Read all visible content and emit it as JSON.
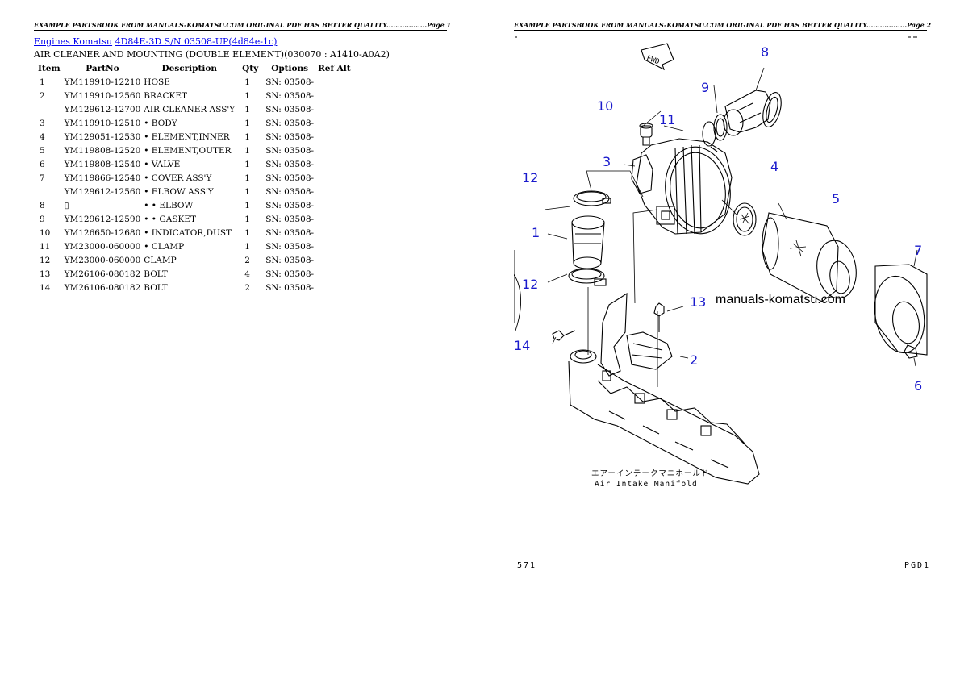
{
  "left_page": {
    "header": "EXAMPLE PARTSBOOK FROM MANUALS-KOMATSU.COM ORIGINAL PDF HAS BETTER QUALITY..................Page 1",
    "breadcrumb": {
      "link1": "Engines Komatsu",
      "link2": "4D84E-3D S/N 03508-UP(4d84e-1c)"
    },
    "subtitle": "AIR CLEANER AND MOUNTING (DOUBLE ELEMENT)(030070 : A1410-A0A2)",
    "table": {
      "headers": [
        "Item",
        "PartNo",
        "Description",
        "Qty",
        "Options",
        "Ref Alt"
      ],
      "rows": [
        [
          "1",
          "YM119910-12210",
          "HOSE",
          "1",
          "SN: 03508-",
          ""
        ],
        [
          "2",
          "YM119910-12560",
          "BRACKET",
          "1",
          "SN: 03508-",
          ""
        ],
        [
          "",
          "YM129612-12700",
          "AIR CLEANER ASS'Y",
          "1",
          "SN: 03508-",
          ""
        ],
        [
          "3",
          "YM119910-12510",
          "• BODY",
          "1",
          "SN: 03508-",
          ""
        ],
        [
          "4",
          "YM129051-12530",
          "• ELEMENT,INNER",
          "1",
          "SN: 03508-",
          ""
        ],
        [
          "5",
          "YM119808-12520",
          "• ELEMENT,OUTER",
          "1",
          "SN: 03508-",
          ""
        ],
        [
          "6",
          "YM119808-12540",
          "• VALVE",
          "1",
          "SN: 03508-",
          ""
        ],
        [
          "7",
          "YM119866-12540",
          "• COVER ASS'Y",
          "1",
          "SN: 03508-",
          ""
        ],
        [
          "",
          "YM129612-12560",
          "• ELBOW ASS'Y",
          "1",
          "SN: 03508-",
          ""
        ],
        [
          "8",
          "▯",
          "• • ELBOW",
          "1",
          "SN: 03508-",
          ""
        ],
        [
          "9",
          "YM129612-12590",
          "• • GASKET",
          "1",
          "SN: 03508-",
          ""
        ],
        [
          "10",
          "YM126650-12680",
          "• INDICATOR,DUST",
          "1",
          "SN: 03508-",
          ""
        ],
        [
          "11",
          "YM23000-060000",
          "• CLAMP",
          "1",
          "SN: 03508-",
          ""
        ],
        [
          "12",
          "YM23000-060000",
          "CLAMP",
          "2",
          "SN: 03508-",
          ""
        ],
        [
          "13",
          "YM26106-080182",
          "BOLT",
          "4",
          "SN: 03508-",
          ""
        ],
        [
          "14",
          "YM26106-080182",
          "BOLT",
          "2",
          "SN: 03508-",
          ""
        ]
      ]
    }
  },
  "right_page": {
    "header": "EXAMPLE PARTSBOOK FROM MANUALS-KOMATSU.COM ORIGINAL PDF HAS BETTER QUALITY..................Page 2",
    "diagram": {
      "fwd_label": "FWD",
      "callouts": [
        "1",
        "2",
        "3",
        "4",
        "5",
        "6",
        "7",
        "8",
        "9",
        "10",
        "11",
        "12",
        "12",
        "13",
        "14"
      ],
      "watermark": "manuals-komatsu.com",
      "caption_jp": "エアーインテークマニホールド",
      "caption_en": "Air Intake Manifold",
      "callout_color": "#1a1acc"
    },
    "footer_left": "571",
    "footer_right": "PGD1"
  }
}
